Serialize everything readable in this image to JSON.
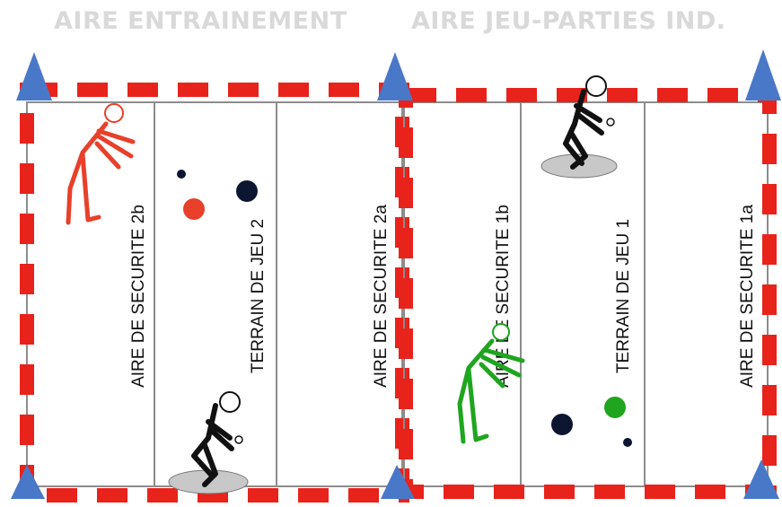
{
  "headers": {
    "left": "AIRE ENTRAINEMENT",
    "right": "AIRE JEU-PARTIES IND."
  },
  "zones": {
    "left_court": {
      "security_2b": "AIRE DE SECURITE 2b",
      "field_2": "TERRAIN DE JEU 2",
      "security_2a": "AIRE DE SECURITE 2a"
    },
    "right_court": {
      "security_1b": "AIRE DE SECURITE 1b",
      "field_1": "TERRAIN DE JEU 1",
      "security_1a": "AIRE DE SECURITE 1a"
    }
  },
  "figures": [
    {
      "color": "red"
    },
    {
      "color": "black",
      "court": "left"
    },
    {
      "color": "black",
      "court": "right"
    },
    {
      "color": "green"
    }
  ],
  "colors": {
    "boundary_red": "#e8231b",
    "cone_blue": "#4a78c8",
    "header_gray": "#d9d9d9",
    "line_gray": "#8c8c8c",
    "player_red": "#e8402a",
    "player_black": "#111111",
    "player_green": "#1fa51f",
    "ball_navy": "#0d1630",
    "ball_red": "#e8402a",
    "ball_green": "#1fa51f",
    "circle_gray": "#c8c8c8"
  }
}
